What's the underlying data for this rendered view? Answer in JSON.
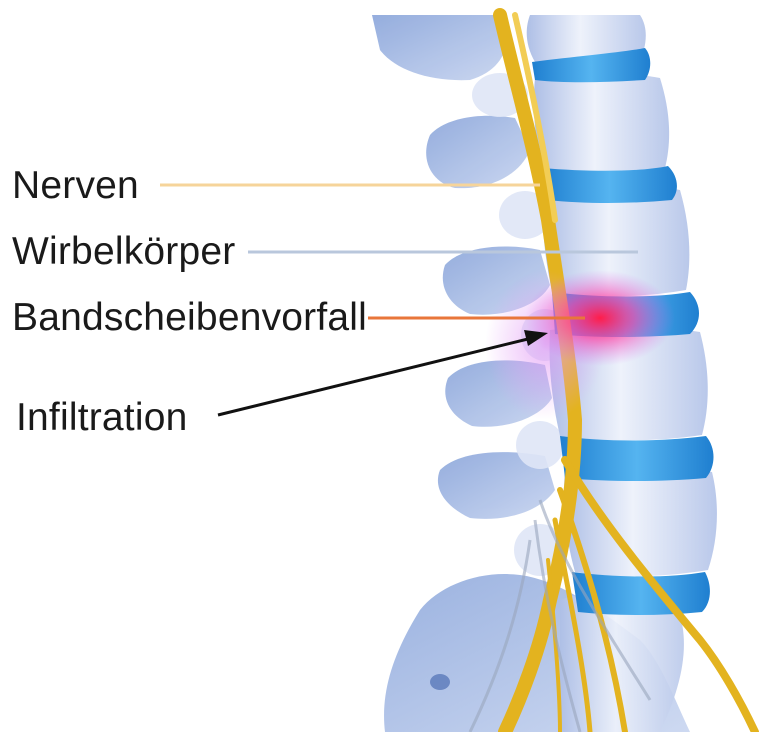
{
  "labels": {
    "nerves": "Nerven",
    "vertebral_body": "Wirbelkörper",
    "disc_herniation": "Bandscheibenvorfall",
    "infiltration": "Infiltration"
  },
  "colors": {
    "nerves_line": "#f6d49a",
    "vertebral_body_line": "#b9c7dc",
    "disc_herniation_line": "#e8763a",
    "infiltration_arrow": "#111111",
    "bone": "#c9d6ef",
    "disc": "#2f93dc",
    "nerve": "#e3b31f",
    "inflammation": "#ff1d4a"
  }
}
